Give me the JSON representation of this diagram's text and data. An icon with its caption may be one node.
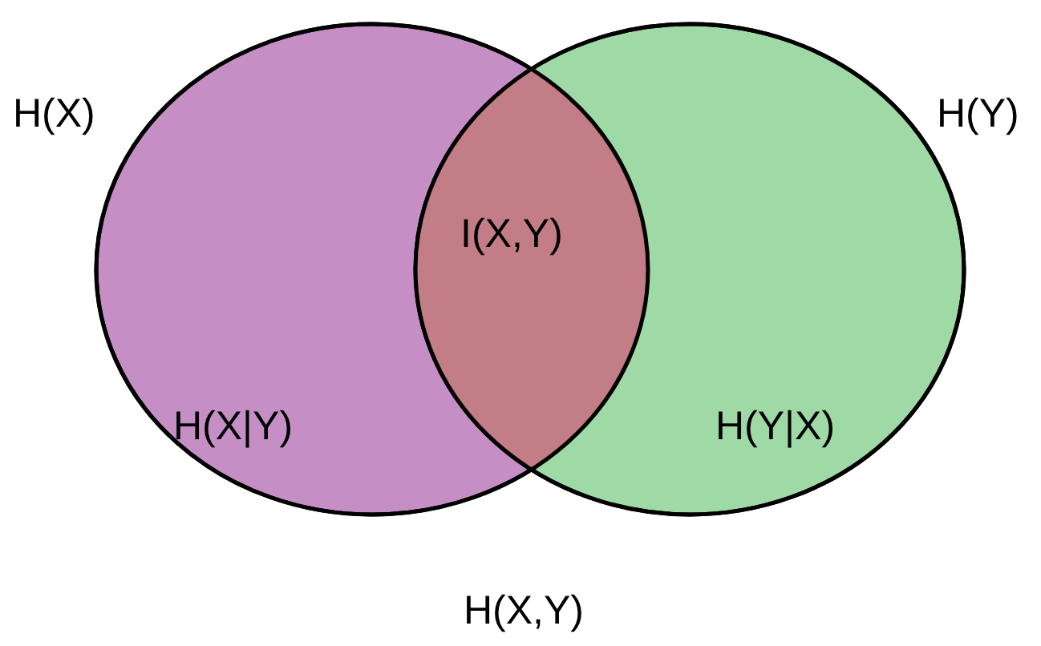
{
  "diagram": {
    "labels": [
      "H(X)",
      "H(Y)",
      "I(X,Y)",
      "H(X|Y)",
      "H(Y|X)",
      "H(X,Y)"
    ]
  }
}
